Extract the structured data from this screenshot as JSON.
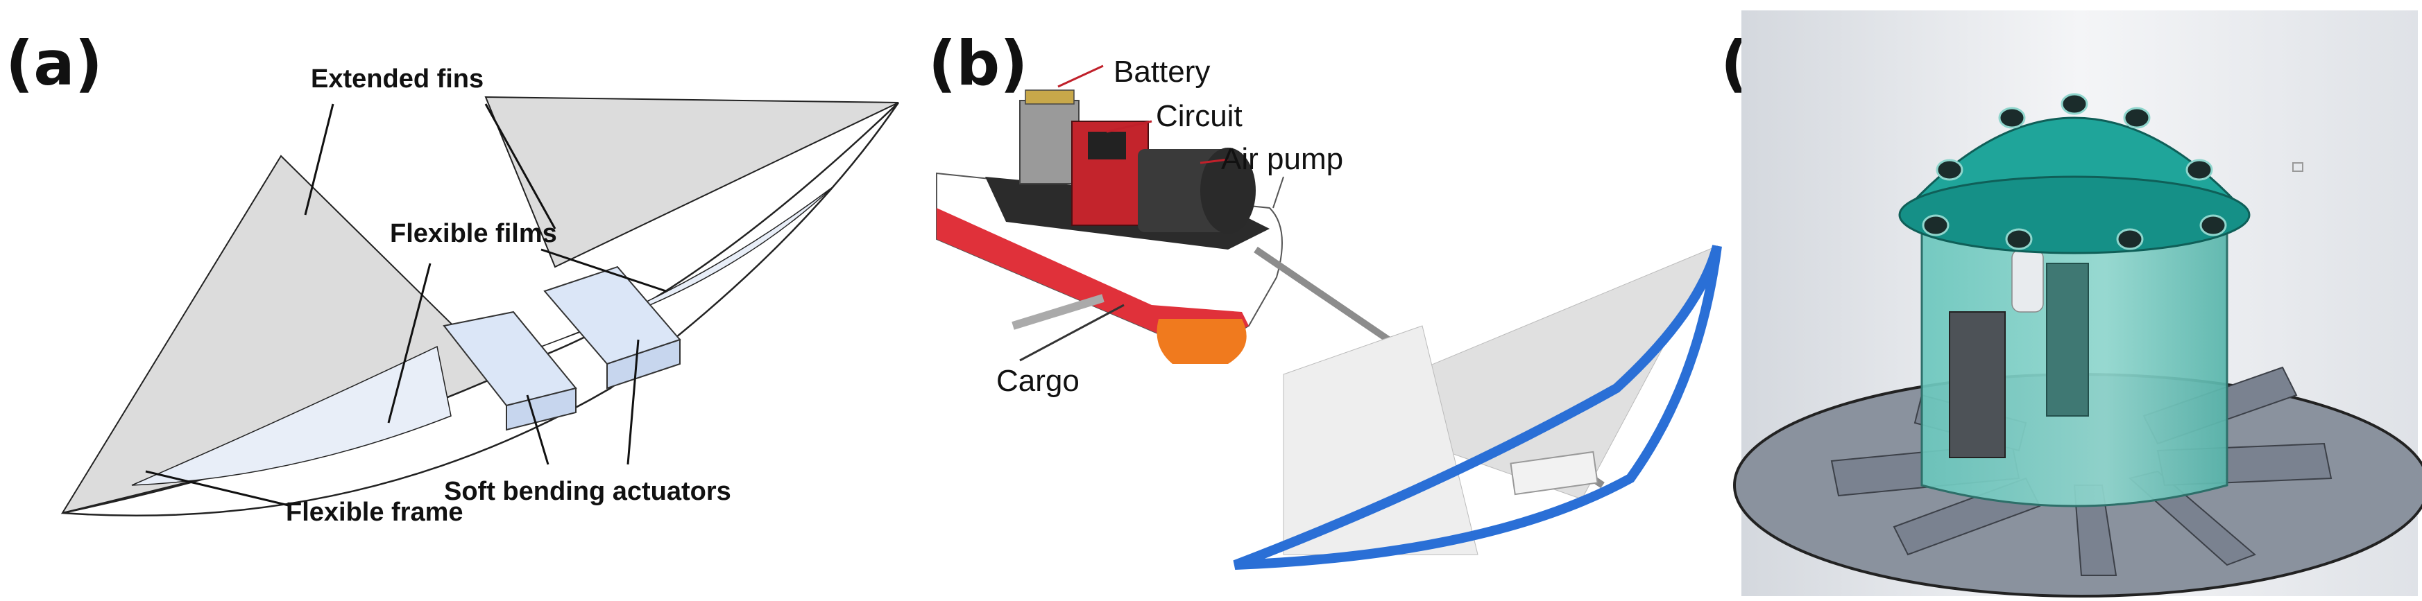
{
  "panels": [
    {
      "label": "(a)",
      "callouts": [
        "Extended fins",
        "Flexible films",
        "Soft bending actuators",
        "Flexible frame"
      ]
    },
    {
      "label": "(b)",
      "callouts": [
        "Battery",
        "Circuit",
        "Air pump",
        "Cargo"
      ]
    },
    {
      "label": "(c)",
      "callouts": []
    }
  ],
  "colors": {
    "fin_fill": "#dcdcdc",
    "film_fill": "#e8eef8",
    "actuator_fill": "#dbe6f7",
    "boat_red": "#e0313a",
    "boat_orange": "#f07a1e",
    "frame_blue": "#2a6fd6",
    "robot_teal": "#1fa59a",
    "base_gray": "#7a8290"
  }
}
